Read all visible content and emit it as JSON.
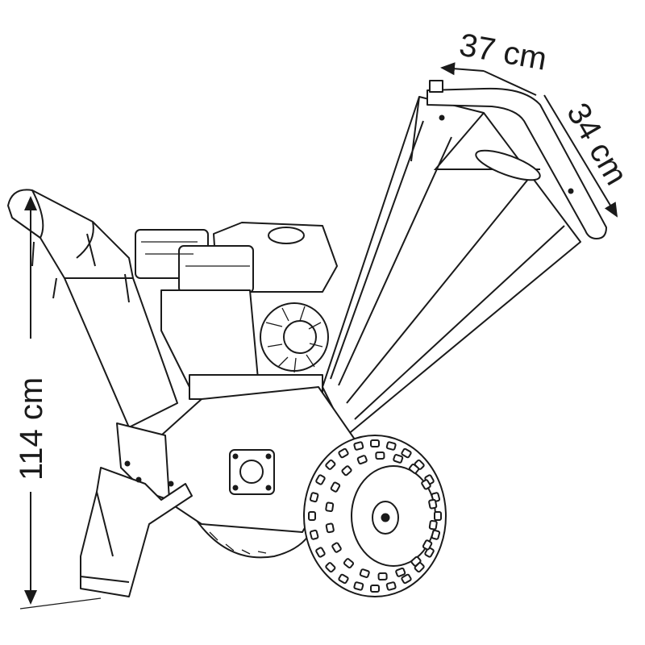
{
  "dimensions": {
    "handle_length": "37 cm",
    "handle_drop": "34 cm",
    "total_height": "114 cm"
  },
  "colors": {
    "line": "#1a1a1a",
    "background": "#ffffff"
  }
}
